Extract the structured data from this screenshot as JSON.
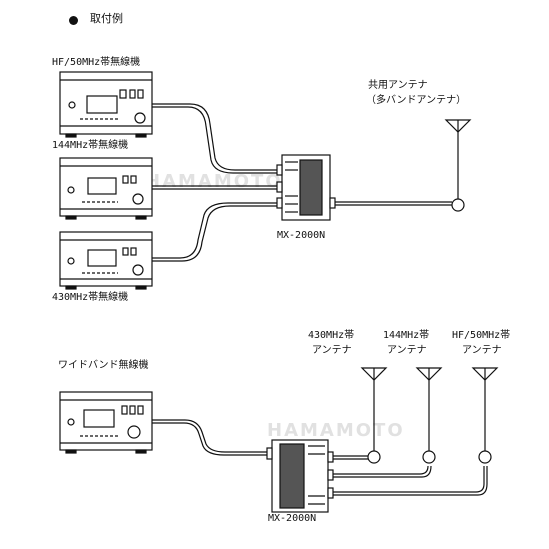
{
  "title": "取付例",
  "watermark": "HAMAMOTO",
  "top_section": {
    "radio_hf50": "HF/50MHz帯無線機",
    "radio_144": "144MHz帯無線機",
    "radio_430": "430MHz帯無線機",
    "shared_antenna_line1": "共用アンテナ",
    "shared_antenna_line2": "（多バンドアンテナ）",
    "unit_label": "MX-2000N"
  },
  "bottom_section": {
    "wideband_radio": "ワイドバンド無線機",
    "ant_430_line1": "430MHz帯",
    "ant_430_line2": "アンテナ",
    "ant_144_line1": "144MHz帯",
    "ant_144_line2": "アンテナ",
    "ant_hf50_line1": "HF/50MHz帯",
    "ant_hf50_line2": "アンテナ",
    "unit_label": "MX-2000N"
  }
}
